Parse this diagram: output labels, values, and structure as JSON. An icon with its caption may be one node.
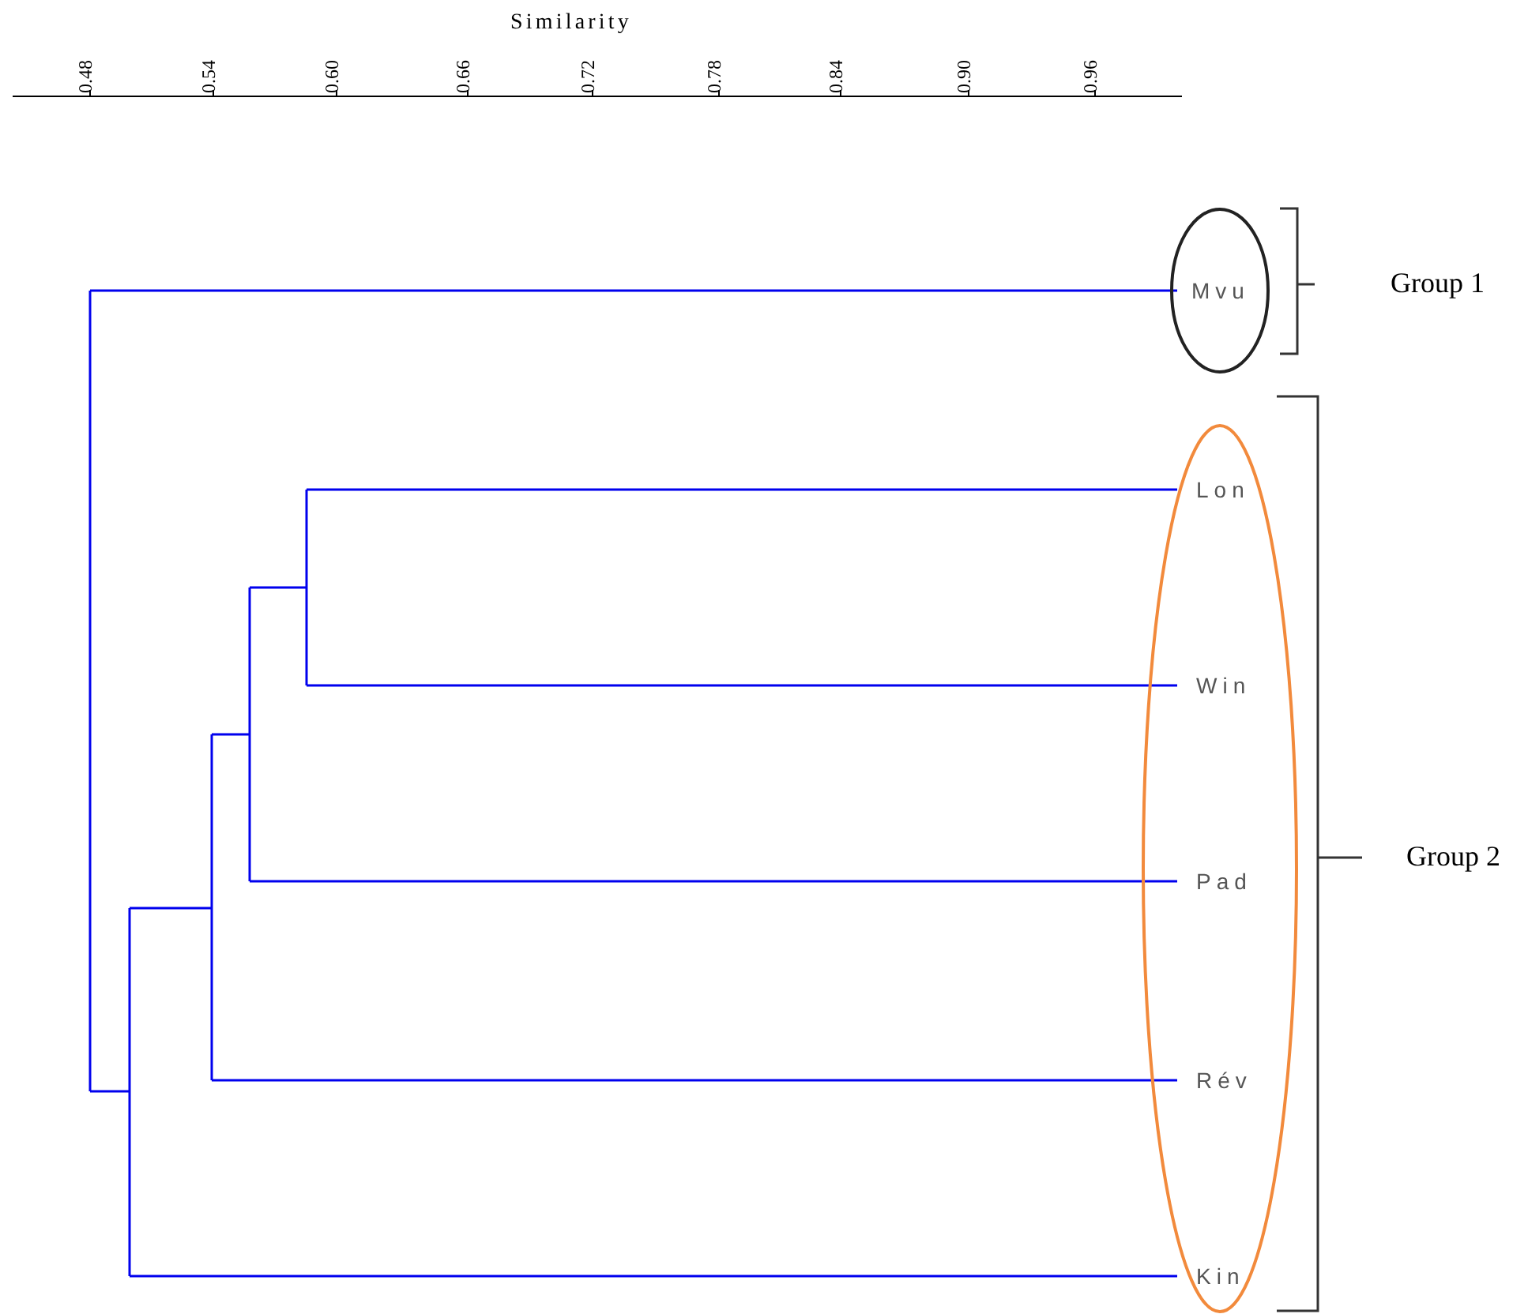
{
  "diagram": {
    "nodes": [
      {
        "text": [
          "Mvu"
        ]
      },
      {
        "text": [],
        "shape": "circle"
      },
      {
        "text": [
          "Lon"
        ],
        "in": 1
      },
      {
        "text": [
          "Win"
        ],
        "in": 1
      },
      {
        "text": [
          "Pad"
        ],
        "in": 1
      },
      {
        "text": [
          "Rév"
        ],
        "in": 1
      },
      {
        "text": [
          "Kin"
        ],
        "in": 1
      }
    ],
    "edges": [],
    "labels": [
      "Similarity",
      "0.48",
      "0.54",
      "0.60",
      "0.66",
      "0.72",
      "0.78",
      "0.84",
      "0.90",
      "0.96",
      "Group 1",
      "Group 2"
    ]
  }
}
